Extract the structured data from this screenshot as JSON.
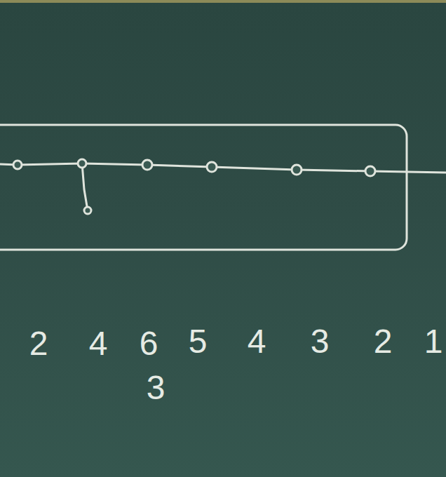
{
  "diagram": {
    "labels": [
      "2",
      "4",
      "6",
      "5",
      "4",
      "3",
      "2",
      "1",
      "3"
    ]
  }
}
